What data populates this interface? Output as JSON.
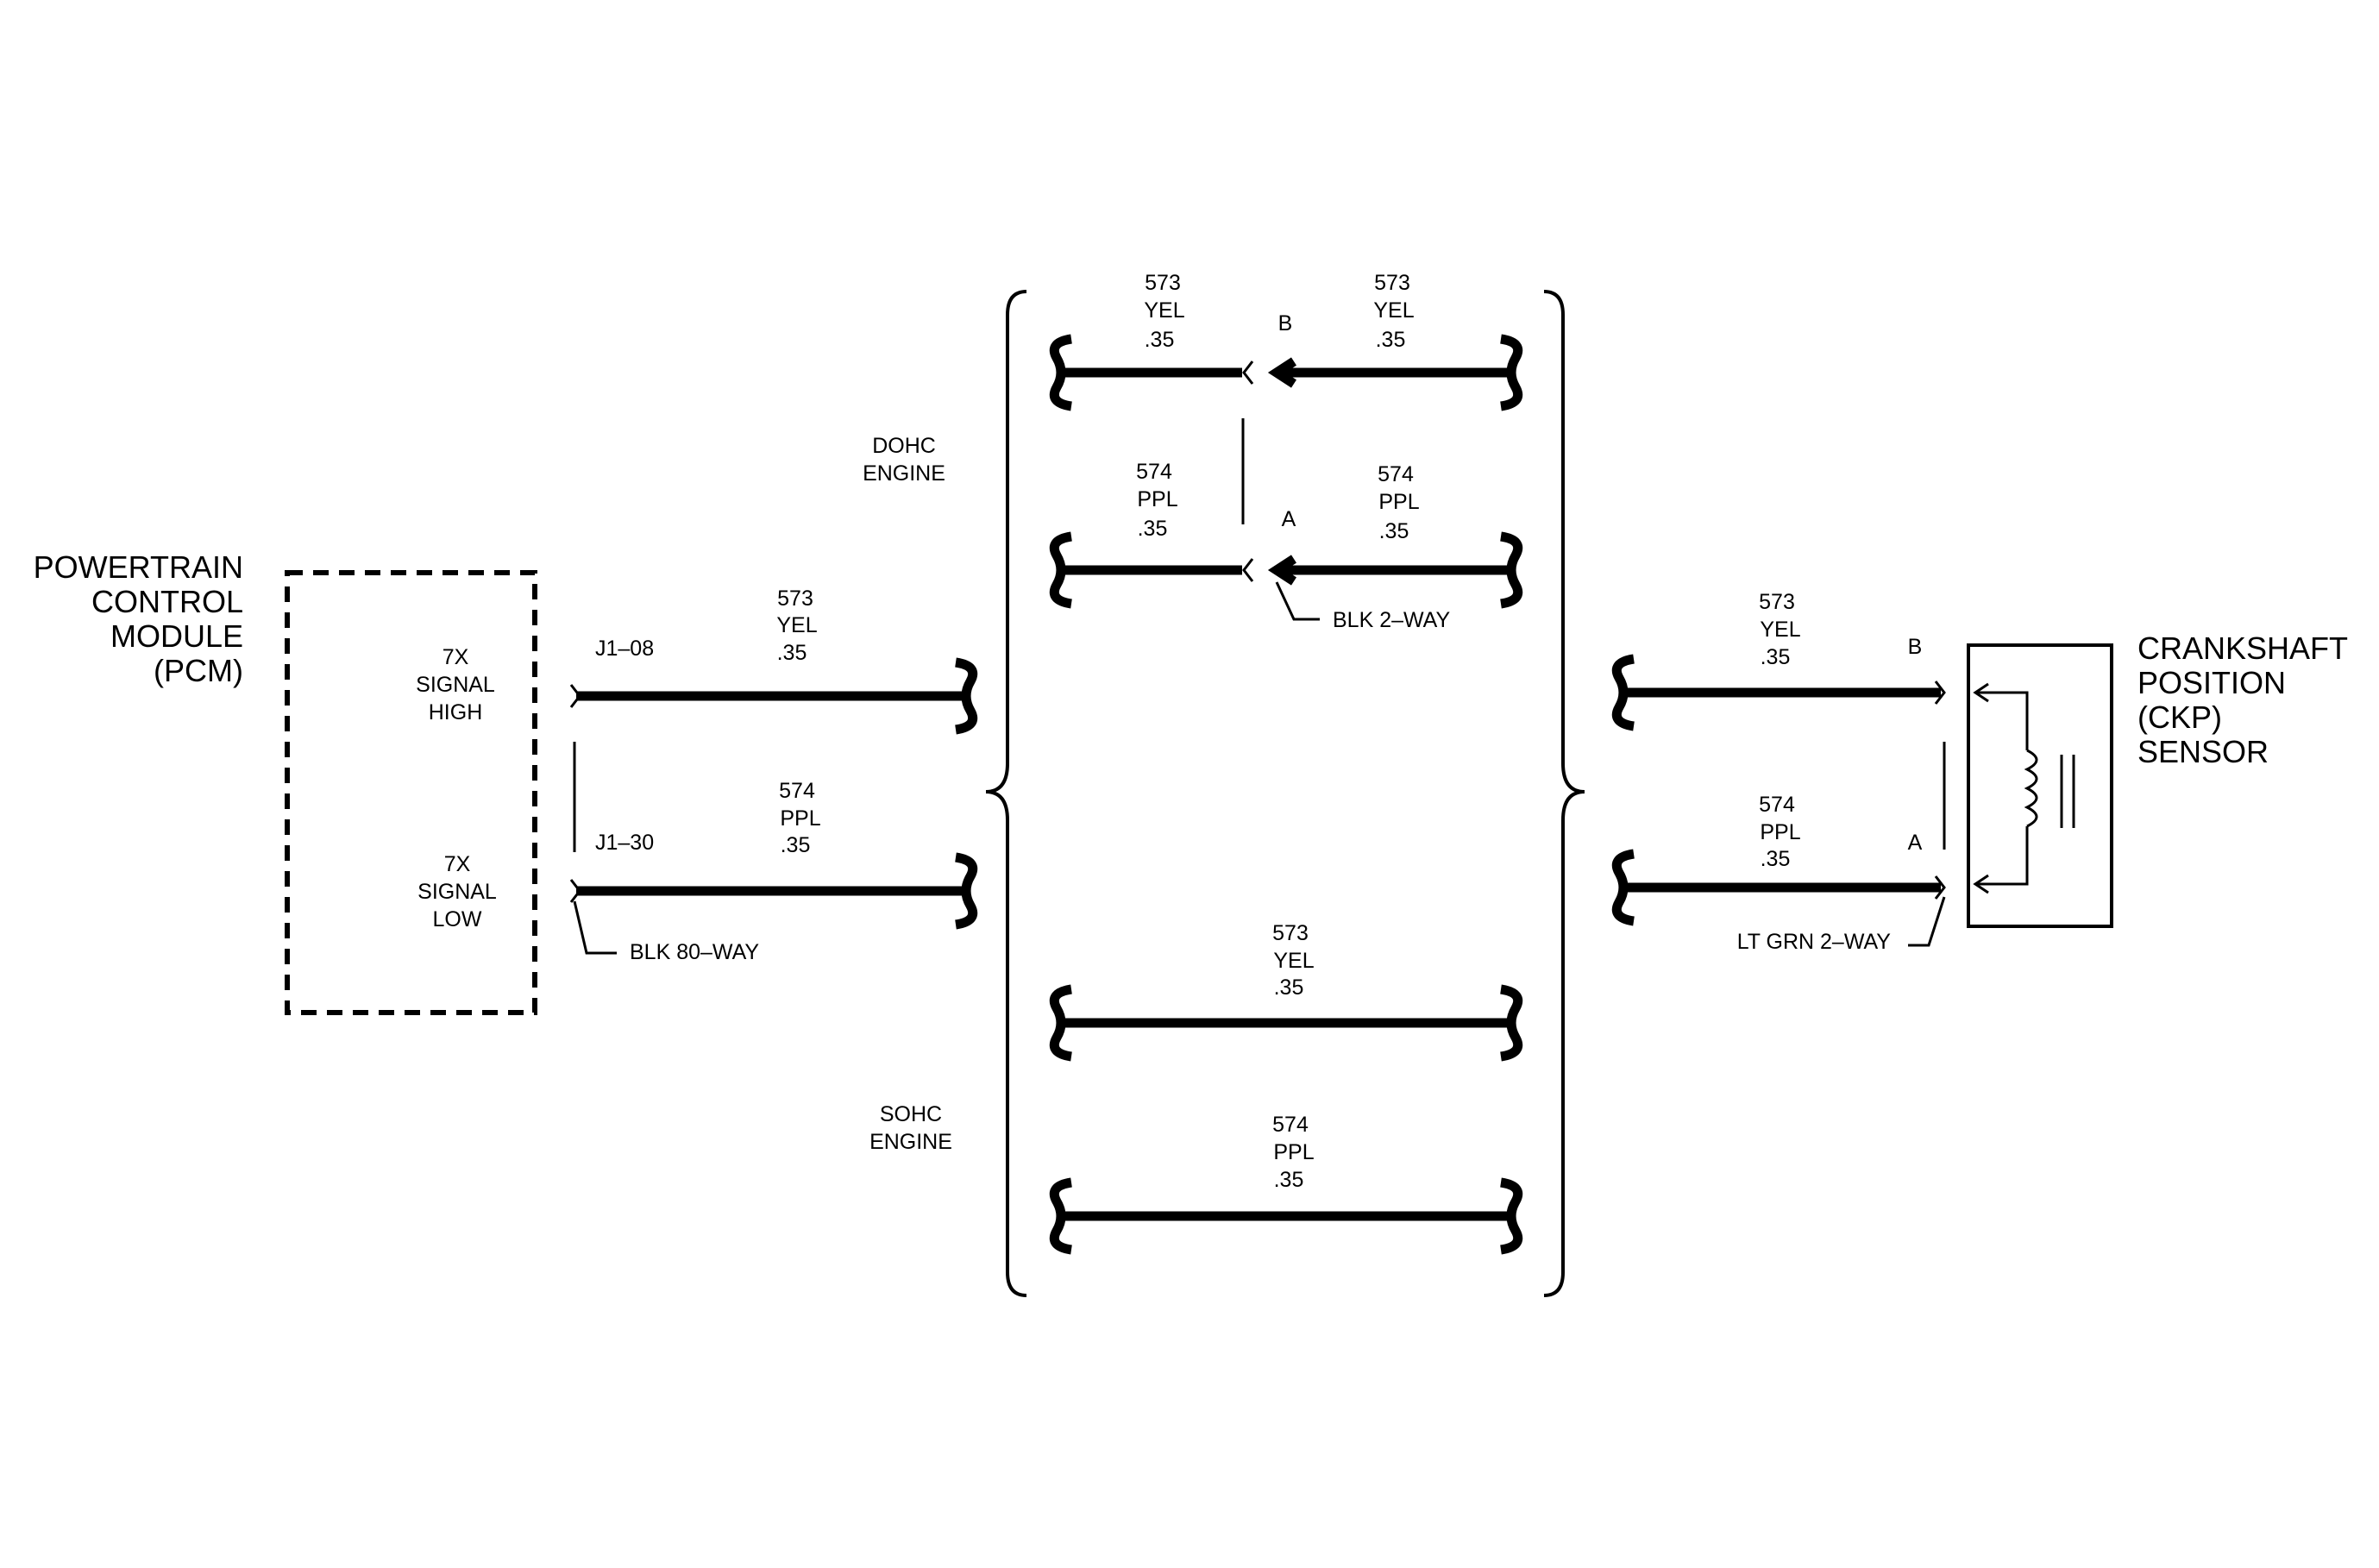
{
  "pcm": {
    "title_lines": [
      "POWERTRAIN",
      "CONTROL",
      "MODULE",
      "(PCM)"
    ],
    "signal_high": [
      "7X",
      "SIGNAL",
      "HIGH"
    ],
    "signal_low": [
      "7X",
      "SIGNAL",
      "LOW"
    ],
    "pin_high": "J1–08",
    "pin_low": "J1–30",
    "connector": "BLK 80–WAY"
  },
  "pcm_wires": {
    "yel": [
      "573",
      "YEL",
      ".35"
    ],
    "ppl": [
      "574",
      "PPL",
      ".35"
    ]
  },
  "dohc": {
    "label": [
      "DOHC",
      "ENGINE"
    ],
    "yel_left": [
      "573",
      "YEL",
      ".35"
    ],
    "yel_right": [
      "573",
      "YEL",
      ".35"
    ],
    "ppl_left": [
      "574",
      "PPL",
      ".35"
    ],
    "ppl_right": [
      "574",
      "PPL",
      ".35"
    ],
    "pin_b": "B",
    "pin_a": "A",
    "connector": "BLK 2–WAY"
  },
  "sohc": {
    "label": [
      "SOHC",
      "ENGINE"
    ],
    "yel": [
      "573",
      "YEL",
      ".35"
    ],
    "ppl": [
      "574",
      "PPL",
      ".35"
    ]
  },
  "ckp": {
    "title_lines": [
      "CRANKSHAFT",
      "POSITION",
      "(CKP)",
      "SENSOR"
    ],
    "yel": [
      "573",
      "YEL",
      ".35"
    ],
    "ppl": [
      "574",
      "PPL",
      ".35"
    ],
    "pin_b": "B",
    "pin_a": "A",
    "connector": "LT GRN 2–WAY"
  }
}
